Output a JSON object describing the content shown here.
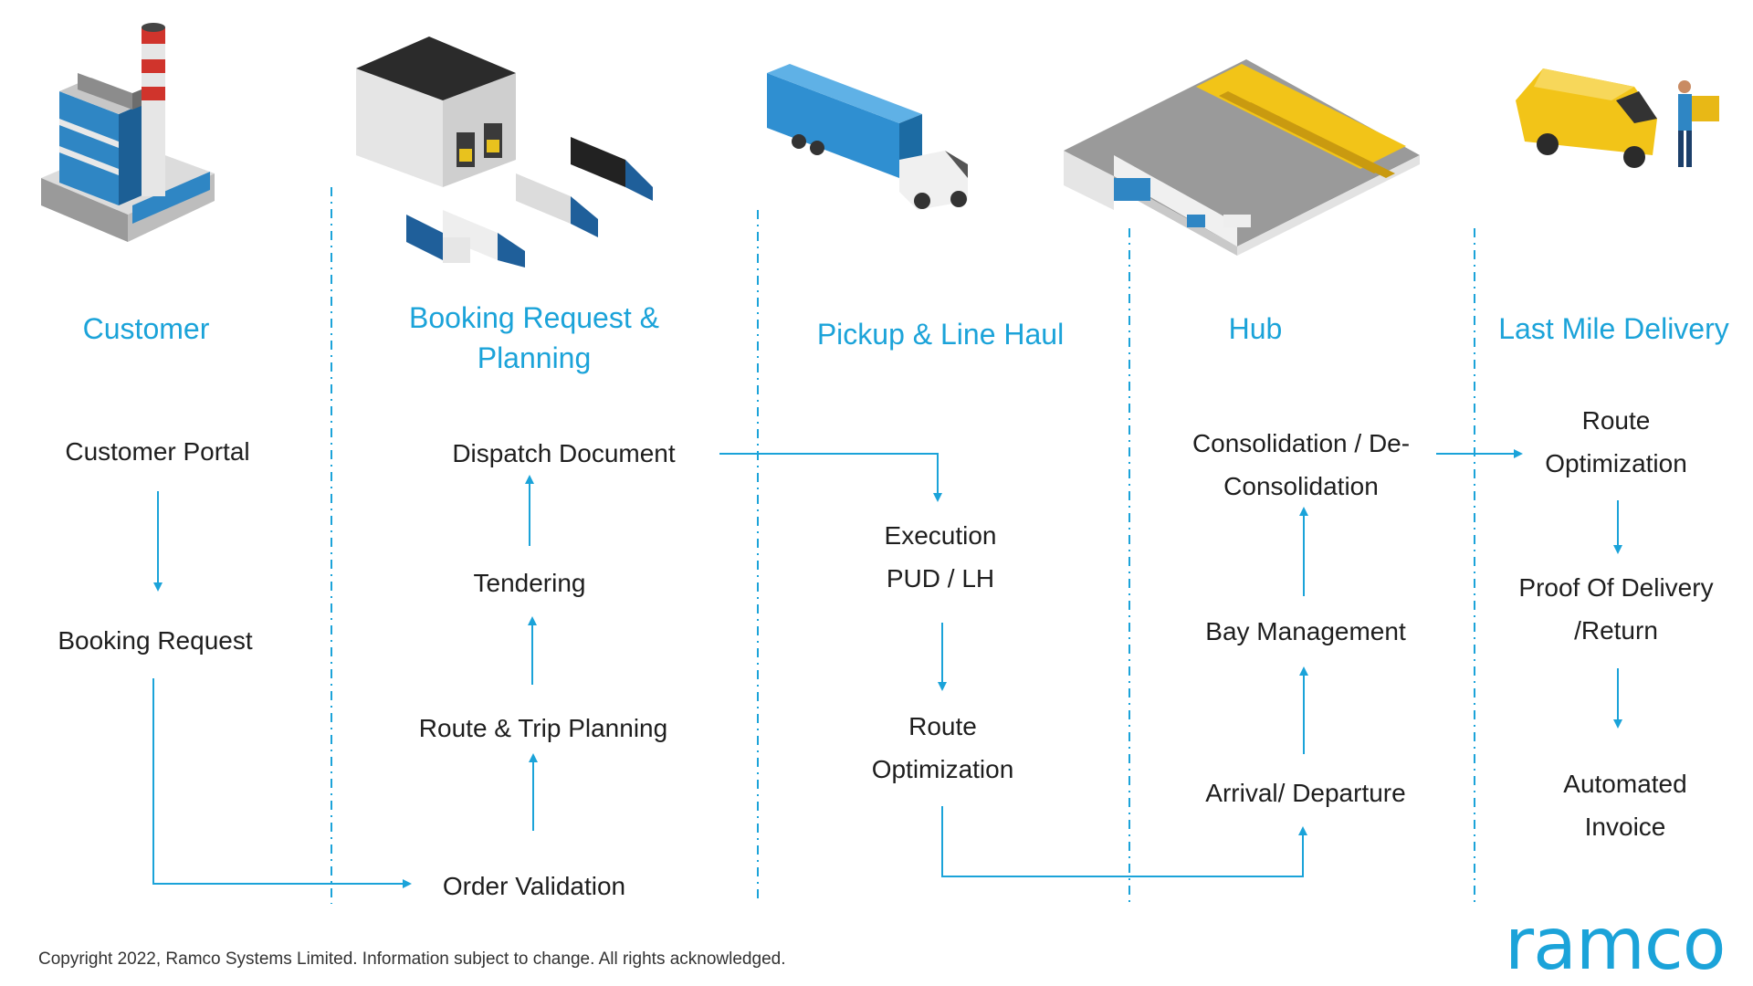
{
  "lanes": {
    "customer": {
      "title": "Customer",
      "steps": [
        "Customer Portal",
        "Booking Request"
      ]
    },
    "booking": {
      "title": "Booking Request & Planning",
      "steps": [
        "Dispatch Document",
        "Tendering",
        "Route & Trip Planning",
        "Order Validation"
      ]
    },
    "pickup": {
      "title": "Pickup & Line Haul",
      "steps": [
        "Execution PUD / LH",
        "Route Optimization"
      ]
    },
    "hub": {
      "title": "Hub",
      "steps": [
        "Consolidation / De-Consolidation",
        "Bay Management",
        "Arrival/ Departure"
      ]
    },
    "lastmile": {
      "title": "Last Mile Delivery",
      "steps": [
        "Route Optimization",
        "Proof Of Delivery /Return",
        "Automated Invoice"
      ]
    }
  },
  "footer": {
    "copyright": "Copyright 2022, Ramco Systems Limited. Information subject to change. All rights acknowledged."
  },
  "logo": {
    "text": "ramco"
  },
  "colors": {
    "accent": "#1ba3d9",
    "text": "#1e1e1e"
  },
  "icons": [
    "factory-icon",
    "warehouse-fleet-icon",
    "container-truck-icon",
    "hub-warehouse-icon",
    "delivery-van-icon"
  ]
}
